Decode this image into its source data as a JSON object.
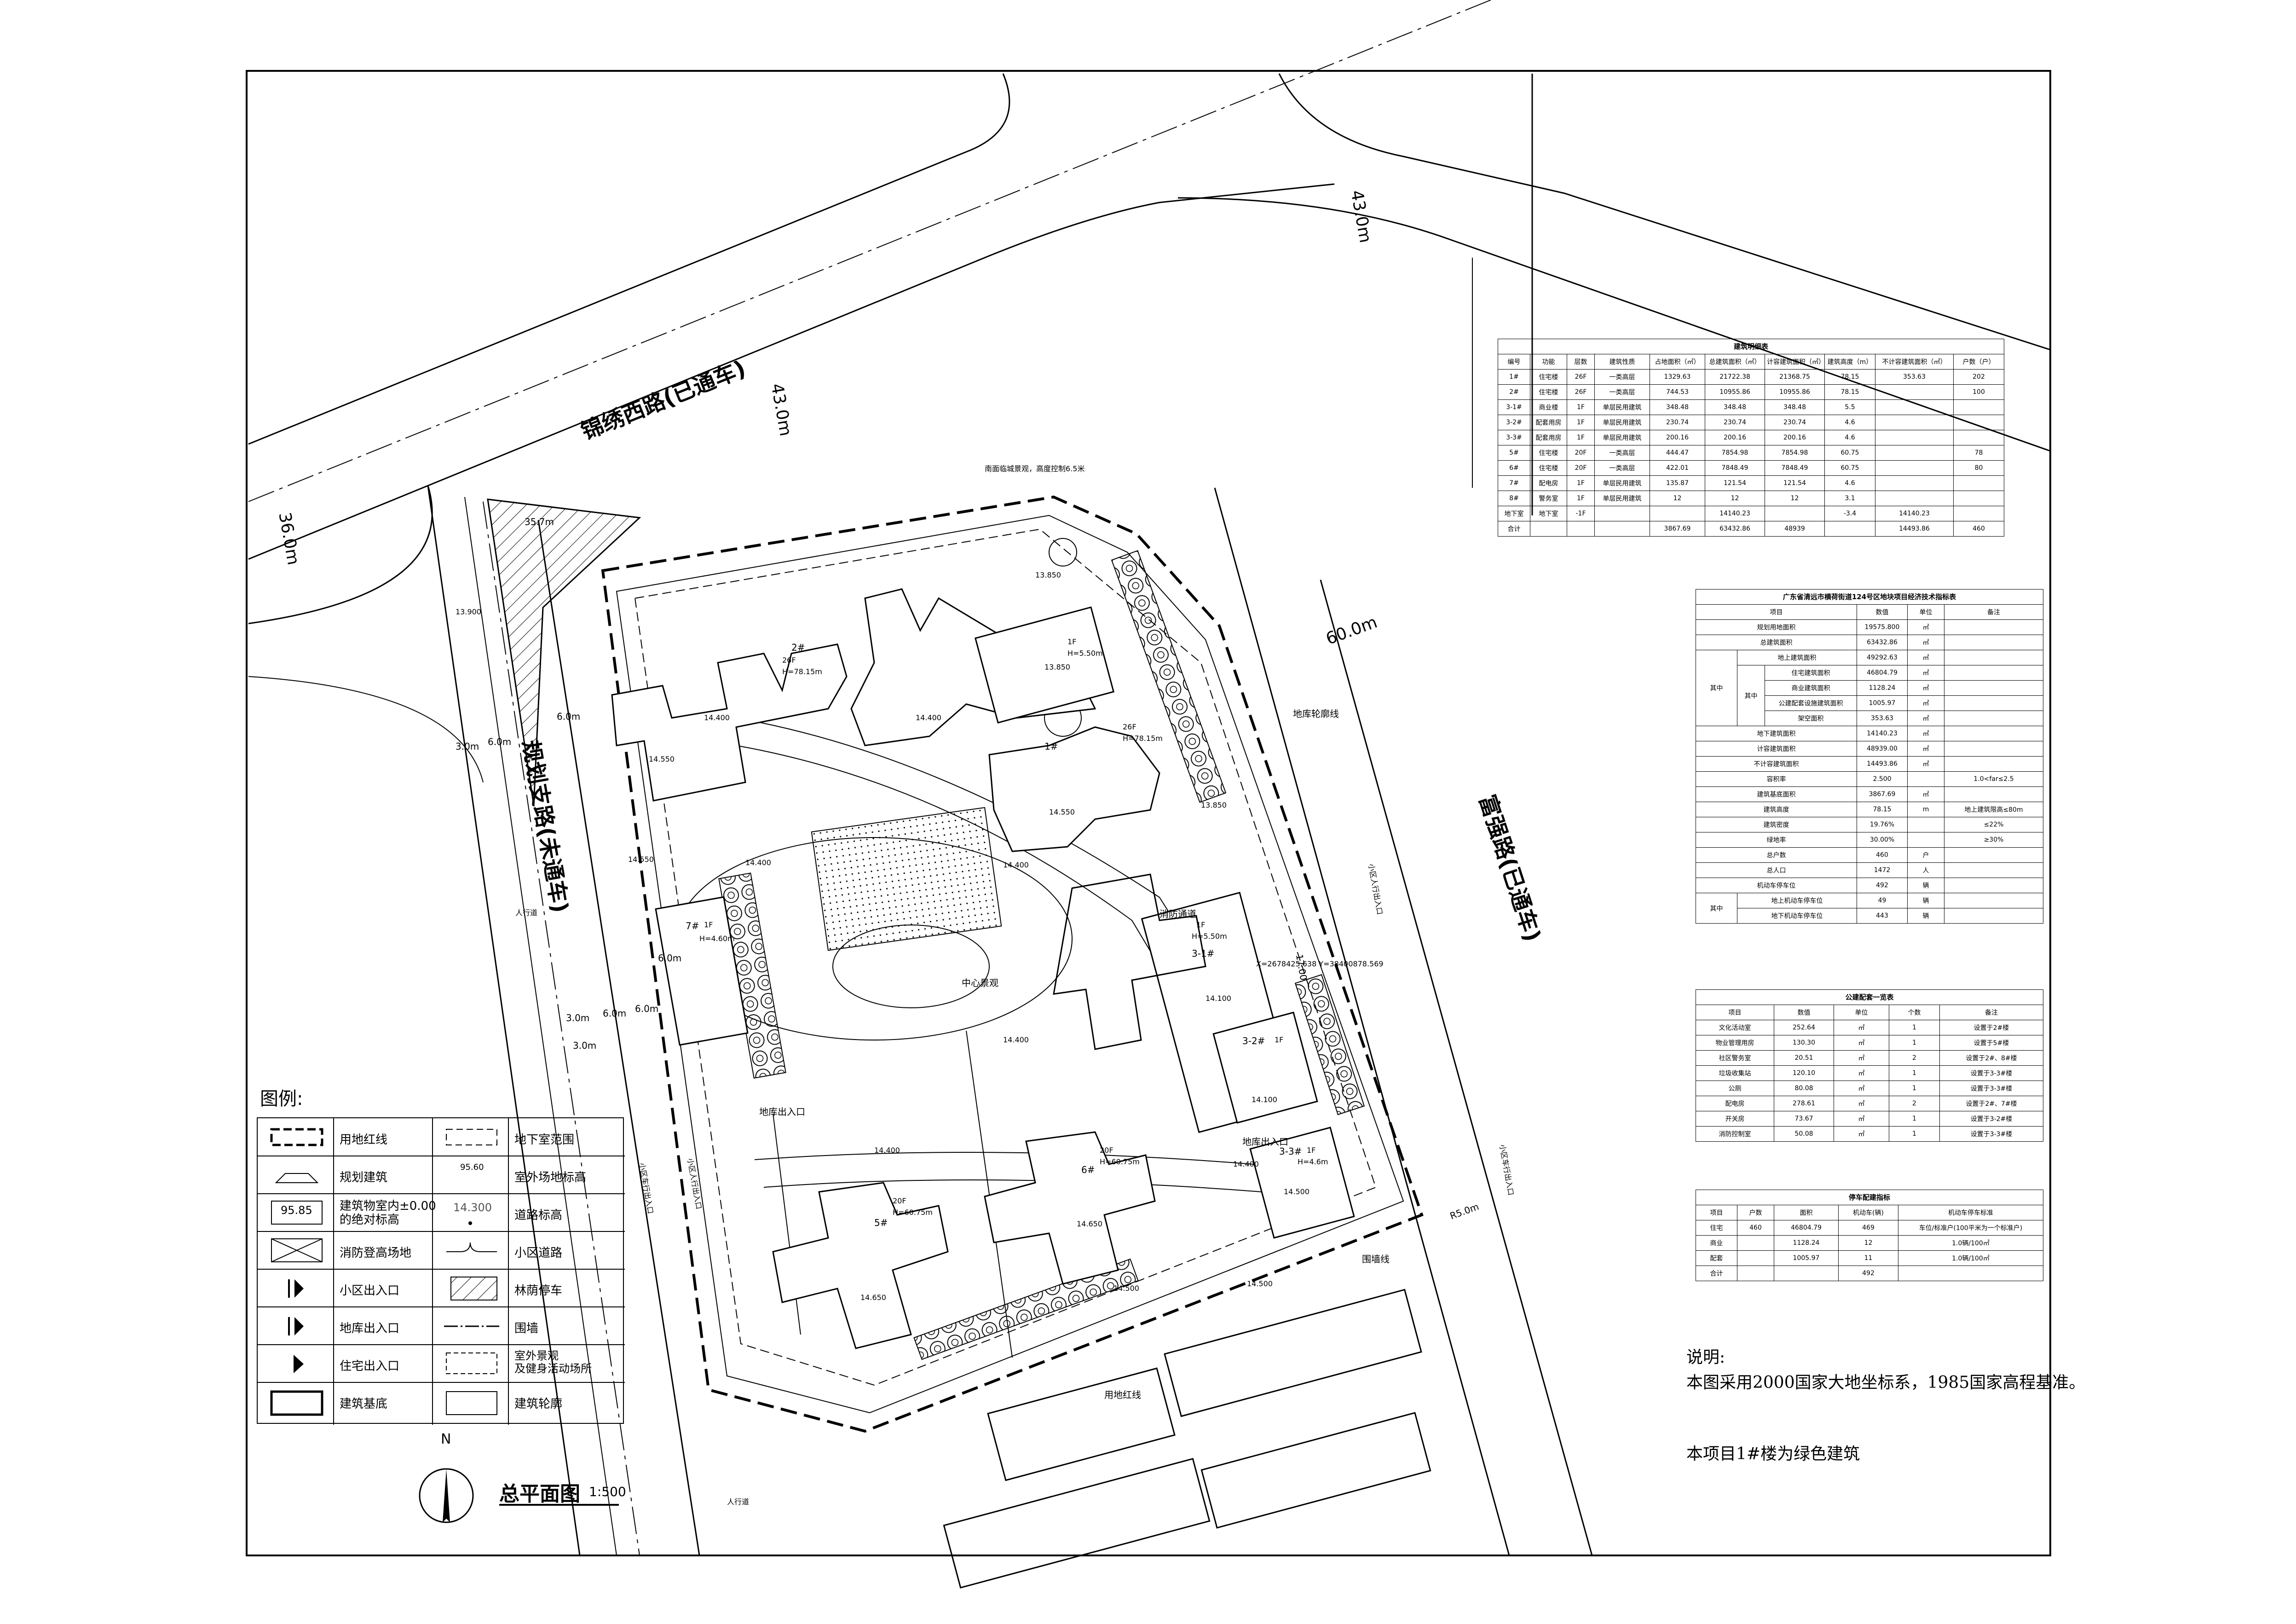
{
  "roads": {
    "jinxiu": "锦绣西路(已通车)",
    "guihua": "规划支路(未通车)",
    "fuqiang": "富强路(已通车)",
    "w_jinxiu_1": "43.0m",
    "w_jinxiu_2": "43.0m",
    "w_left": "36.0m",
    "w_fuqiang": "60.0m",
    "w_top_setback": "35.7m",
    "w_right_setback": "17.00",
    "w_lower_right": "R5.0m",
    "w_sidewalk": "人行道",
    "w_sidewalk2": "人行道",
    "d_3m_a": "3.0m",
    "d_6m_a": "6.0m",
    "d_3m_b": "3.0m",
    "d_6m_b": "6.0m",
    "d_6m_c": "6.0m",
    "d_3m_c": "3.0m",
    "d_6m_d": "6.0m",
    "d_6m_e": "6.0m",
    "setback_note": "南面临城景观，高度控制6.5米"
  },
  "plan_labels": {
    "basement_outline": "地库轮廓线",
    "site_line": "用地红线",
    "fence_line": "围墙线",
    "center_landscape": "中心景观",
    "fire_road": "消防通道",
    "garage_entry_1": "地库出入口",
    "garage_entry_2": "地库出入口",
    "ped_entry_right": "小区人行出入口",
    "ped_entry_left": "小区人行出入口",
    "car_entry_left": "小区车行出入口",
    "car_entry_right": "小区车行出入口",
    "coord": "X=2678425.638 Y=38400878.569",
    "elevations": [
      "14.550",
      "14.400",
      "14.400",
      "14.400",
      "13.850",
      "13.900",
      "13.850",
      "14.400",
      "14.400",
      "14.500",
      "14.400",
      "14.500",
      "14.400"
    ]
  },
  "buildings": [
    {
      "id": "2#",
      "floors": "26F",
      "h": "H=78.15m",
      "top": "14.550"
    },
    {
      "id": "1#",
      "floors": "26F",
      "h": "H=78.15m",
      "top": "14.550"
    },
    {
      "id": "1F",
      "floors": "1F",
      "h": "H=5.50m",
      "top": "13.850"
    },
    {
      "id": "7#",
      "floors": "1F",
      "h": "H=4.60m",
      "top": ""
    },
    {
      "id": "3-1#",
      "floors": "1F",
      "h": "H=5.50m",
      "top": "14.100"
    },
    {
      "id": "3-2#",
      "floors": "1F",
      "h": "",
      "top": "14.100"
    },
    {
      "id": "3-3#",
      "floors": "1F",
      "h": "H=4.6m",
      "top": "14.500"
    },
    {
      "id": "5#",
      "floors": "20F",
      "h": "H=60.75m",
      "top": "14.650"
    },
    {
      "id": "6#",
      "floors": "20F",
      "h": "H=60.75m",
      "top": "14.650"
    }
  ],
  "table_buildings": {
    "title": "建筑明细表",
    "headers": [
      "编号",
      "功能",
      "层数",
      "建筑性质",
      "占地面积（㎡）",
      "总建筑面积（㎡）",
      "计容建筑面积（㎡）",
      "建筑高度（m）",
      "不计容建筑面积（㎡）",
      "户数（户）"
    ],
    "rows": [
      [
        "1#",
        "住宅楼",
        "26F",
        "一类高层",
        "1329.63",
        "21722.38",
        "21368.75",
        "78.15",
        "353.63",
        "202"
      ],
      [
        "2#",
        "住宅楼",
        "26F",
        "一类高层",
        "744.53",
        "10955.86",
        "10955.86",
        "78.15",
        "",
        "100"
      ],
      [
        "3-1#",
        "商业楼",
        "1F",
        "单层民用建筑",
        "348.48",
        "348.48",
        "348.48",
        "5.5",
        "",
        ""
      ],
      [
        "3-2#",
        "配套用房",
        "1F",
        "单层民用建筑",
        "230.74",
        "230.74",
        "230.74",
        "4.6",
        "",
        ""
      ],
      [
        "3-3#",
        "配套用房",
        "1F",
        "单层民用建筑",
        "200.16",
        "200.16",
        "200.16",
        "4.6",
        "",
        ""
      ],
      [
        "5#",
        "住宅楼",
        "20F",
        "一类高层",
        "444.47",
        "7854.98",
        "7854.98",
        "60.75",
        "",
        "78"
      ],
      [
        "6#",
        "住宅楼",
        "20F",
        "一类高层",
        "422.01",
        "7848.49",
        "7848.49",
        "60.75",
        "",
        "80"
      ],
      [
        "7#",
        "配电房",
        "1F",
        "单层民用建筑",
        "135.87",
        "121.54",
        "121.54",
        "4.6",
        "",
        ""
      ],
      [
        "8#",
        "警务室",
        "1F",
        "单层民用建筑",
        "12",
        "12",
        "12",
        "3.1",
        "",
        ""
      ],
      [
        "地下室",
        "地下室",
        "-1F",
        "",
        "",
        "14140.23",
        "",
        "-3.4",
        "14140.23",
        ""
      ],
      [
        "合计",
        "",
        "",
        "",
        "3867.69",
        "63432.86",
        "48939",
        "",
        "14493.86",
        "460"
      ]
    ]
  },
  "table_indicators": {
    "title": "广东省清远市横荷街道124号区地块项目经济技术指标表",
    "headers": [
      "项目",
      "数值",
      "单位",
      "备注"
    ],
    "rows": [
      [
        "规划用地面积",
        "19575.800",
        "㎡",
        ""
      ],
      [
        "总建筑面积",
        "63432.86",
        "㎡",
        ""
      ],
      [
        "地上建筑面积",
        "49292.63",
        "㎡",
        ""
      ],
      [
        "住宅建筑面积",
        "46804.79",
        "㎡",
        ""
      ],
      [
        "商业建筑面积",
        "1128.24",
        "㎡",
        ""
      ],
      [
        "公建配套设施建筑面积",
        "1005.97",
        "㎡",
        ""
      ],
      [
        "架空面积",
        "353.63",
        "㎡",
        ""
      ],
      [
        "地下建筑面积",
        "14140.23",
        "㎡",
        ""
      ],
      [
        "计容建筑面积",
        "48939.00",
        "㎡",
        ""
      ],
      [
        "不计容建筑面积",
        "14493.86",
        "㎡",
        ""
      ],
      [
        "容积率",
        "2.500",
        "",
        "1.0<far≤2.5"
      ],
      [
        "建筑基底面积",
        "3867.69",
        "㎡",
        ""
      ],
      [
        "建筑高度",
        "78.15",
        "m",
        "地上建筑限高≤80m"
      ],
      [
        "建筑密度",
        "19.76%",
        "",
        "≤22%"
      ],
      [
        "绿地率",
        "30.00%",
        "",
        "≥30%"
      ],
      [
        "总户数",
        "460",
        "户",
        ""
      ],
      [
        "总人口",
        "1472",
        "人",
        ""
      ],
      [
        "机动车停车位",
        "492",
        "辆",
        ""
      ],
      [
        "地上机动车停车位",
        "49",
        "辆",
        ""
      ],
      [
        "地下机动车停车位",
        "443",
        "辆",
        ""
      ]
    ],
    "group_qizhong": "其中"
  },
  "table_public": {
    "title": "公建配套一览表",
    "headers": [
      "项目",
      "数值",
      "单位",
      "个数",
      "备注"
    ],
    "rows": [
      [
        "文化活动室",
        "252.64",
        "㎡",
        "1",
        "设置于2#楼"
      ],
      [
        "物业管理用房",
        "130.30",
        "㎡",
        "1",
        "设置于5#楼"
      ],
      [
        "社区警务室",
        "20.51",
        "㎡",
        "2",
        "设置于2#、8#楼"
      ],
      [
        "垃圾收集站",
        "120.10",
        "㎡",
        "1",
        "设置于3-3#楼"
      ],
      [
        "公厕",
        "80.08",
        "㎡",
        "1",
        "设置于3-3#楼"
      ],
      [
        "配电房",
        "278.61",
        "㎡",
        "2",
        "设置于2#、7#楼"
      ],
      [
        "开关房",
        "73.67",
        "㎡",
        "1",
        "设置于3-2#楼"
      ],
      [
        "消防控制室",
        "50.08",
        "㎡",
        "1",
        "设置于3-3#楼"
      ]
    ]
  },
  "table_parking": {
    "title": "停车配建指标",
    "headers": [
      "项目",
      "户数",
      "面积",
      "机动车(辆)",
      "机动车停车标准"
    ],
    "rows": [
      [
        "住宅",
        "460",
        "46804.79",
        "469",
        "车位/标准户(100平米为一个标准户)"
      ],
      [
        "商业",
        "",
        "1128.24",
        "12",
        "1.0辆/100㎡"
      ],
      [
        "配套",
        "",
        "1005.97",
        "11",
        "1.0辆/100㎡"
      ],
      [
        "合计",
        "",
        "",
        "492",
        ""
      ]
    ]
  },
  "legend": {
    "title": "图例:",
    "items": [
      {
        "left": "用地红线",
        "right": "地下室范围"
      },
      {
        "left": "规划建筑",
        "right": "室外场地标高",
        "right_val": "95.60"
      },
      {
        "left": "建筑物室内±0.00\n的绝对标高",
        "left_val": "95.85",
        "right": "道路标高",
        "right_val": "14.300"
      },
      {
        "left": "消防登高场地",
        "right": "小区道路"
      },
      {
        "left": "小区出入口",
        "right": "林荫停车"
      },
      {
        "left": "地库出入口",
        "right": "围墙"
      },
      {
        "left": "住宅出入口",
        "right": "室外景观\n及健身活动场所"
      },
      {
        "left": "建筑基底",
        "right": "建筑轮廓"
      }
    ]
  },
  "title_block": {
    "north": "N",
    "title": "总平面图",
    "scale": "1:500"
  },
  "notes": {
    "heading": "说明:",
    "line1": "本图采用2000国家大地坐标系，1985国家高程基准。",
    "line2": "本项目1#楼为绿色建筑"
  }
}
